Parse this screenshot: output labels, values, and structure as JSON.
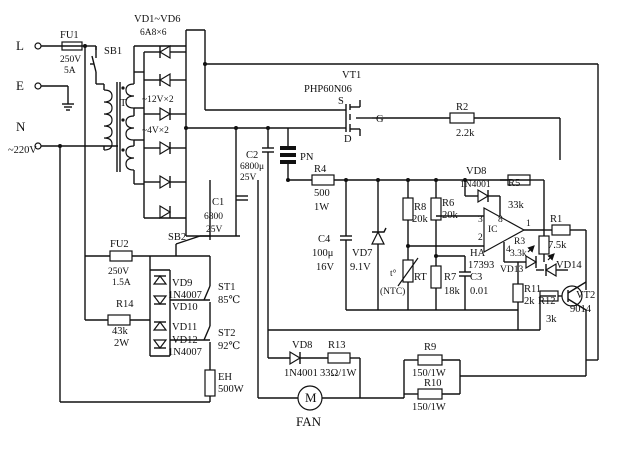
{
  "labels": {
    "L": "L",
    "E": "E",
    "N": "N",
    "ac": "~220V",
    "fu1": "FU1",
    "fu1_rating": "250V",
    "fu1_amp": "5A",
    "sb1": "SB1",
    "t": "T",
    "vd1_vd6": "VD1~VD6",
    "vd1_vd6_rating": "6A8×6",
    "v12": "~12V×2",
    "v4": "~4V×2",
    "vt1": "VT1",
    "vt1_part": "PHP60N06",
    "s": "S",
    "g": "G",
    "d": "D",
    "r2": "R2",
    "r2_val": "2.2k",
    "c2": "C2",
    "c2_val": "6800μ",
    "c2_v": "25V",
    "pn": "PN",
    "c1": "C1",
    "c1_val": "6800",
    "c1_v": "25V",
    "r4": "R4",
    "r4_val": "500",
    "r4_w": "1W",
    "vd8a": "VD8",
    "vd8a_part": "1N4001",
    "r5": "R5",
    "r5_val": "33k",
    "r8": "R8",
    "r8_val": "20k",
    "r6": "R6",
    "r6_val": "20k",
    "ic": "IC",
    "ic_pin3": "3",
    "ic_pin8": "8",
    "ic_pin2": "2",
    "ic_pin1": "1",
    "ic_pin4": "4",
    "ha": "HA",
    "ha_part": "17393",
    "r1": "R1",
    "r1_val": "7.5k",
    "r3": "R3",
    "r3_val": "3.3k",
    "vd13": "VD13",
    "vd14": "VD14",
    "c4": "C4",
    "c4_val": "100μ",
    "c4_v": "16V",
    "vd7": "VD7",
    "vd7_v": "9.1V",
    "rt_t": "t°",
    "rt": "RT",
    "ntc": "(NTC)",
    "r7": "R7",
    "r7_val": "18k",
    "c3": "C3",
    "c3_val": "0.01",
    "r11": "R11",
    "r11_val": "2k",
    "r12": "R12",
    "r12_val": "3k",
    "vt2": "VT2",
    "vt2_part": "9014",
    "fu2": "FU2",
    "fu2_rating": "250V",
    "fu2_amp": "1.5A",
    "sb2": "SB2",
    "vd9": "VD9",
    "vd9_part": "1N4007",
    "vd10": "VD10",
    "vd11": "VD11",
    "vd12": "VD12",
    "vd12_part": "1N4007",
    "st1": "ST1",
    "st1_t": "85℃",
    "st2": "ST2",
    "st2_t": "92℃",
    "r14": "R14",
    "r14_val": "43k",
    "r14_w": "2W",
    "eh": "EH",
    "eh_w": "500W",
    "vd8b": "VD8",
    "vd8b_part": "1N4001",
    "r13": "R13",
    "r13_val": "33Ω/1W",
    "r9": "R9",
    "r9_val": "150/1W",
    "r10": "R10",
    "r10_val": "150/1W",
    "m": "M",
    "fan": "FAN"
  }
}
